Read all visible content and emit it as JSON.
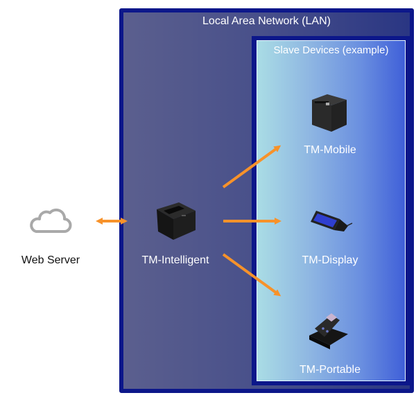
{
  "lan": {
    "title": "Local Area Network (LAN)"
  },
  "slave_group": {
    "title": "Slave Devices (example)"
  },
  "nodes": {
    "web_server": {
      "label": "Web Server",
      "icon": "cloud-icon"
    },
    "tm_intelligent": {
      "label": "TM-Intelligent",
      "icon": "receipt-printer-icon"
    },
    "tm_mobile": {
      "label": "TM-Mobile",
      "icon": "compact-printer-icon"
    },
    "tm_display": {
      "label": "TM-Display",
      "icon": "customer-display-icon"
    },
    "tm_portable": {
      "label": "TM-Portable",
      "icon": "portable-printer-icon"
    }
  },
  "colors": {
    "arrow": "#f7922a",
    "border": "#0c178a",
    "cloud": "#a9a9a9"
  }
}
